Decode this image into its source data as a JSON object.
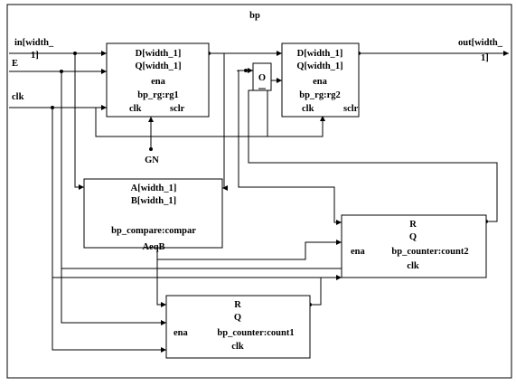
{
  "diagram": {
    "title": "bp",
    "ports": {
      "in_line1": "in[width_",
      "in_line2": "1]",
      "e": "E",
      "clk": "clk",
      "out_line1": "out[width_",
      "out_line2": "1]",
      "gnd": "GN"
    },
    "reg1": {
      "d": "D[width_1]",
      "q": "Q[width_1]",
      "ena": "ena",
      "name": "bp_rg:rg1",
      "clk": "clk",
      "sclr": "sclr"
    },
    "reg2": {
      "d": "D[width_1]",
      "q": "Q[width_1]",
      "ena": "ena",
      "name": "bp_rg:rg2",
      "clk": "clk",
      "sclr": "sclr"
    },
    "or_gate": {
      "label": "O"
    },
    "compare": {
      "a": "A[width_1]",
      "b": "B[width_1]",
      "name": "bp_compare:compar",
      "out": "AeqB"
    },
    "count2": {
      "r": "R",
      "q": "Q",
      "ena": "ena",
      "name": "bp_counter:count2",
      "clk": "clk"
    },
    "count1": {
      "r": "R",
      "q": "Q",
      "ena": "ena",
      "name": "bp_counter:count1",
      "clk": "clk"
    }
  }
}
